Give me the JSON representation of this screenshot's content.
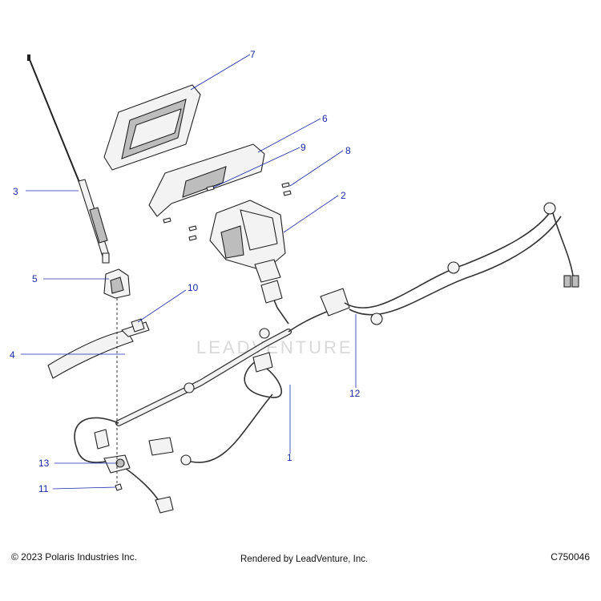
{
  "watermark": "LEADVENTURE",
  "callouts": [
    {
      "id": "7",
      "label": "7"
    },
    {
      "id": "6",
      "label": "6"
    },
    {
      "id": "9",
      "label": "9"
    },
    {
      "id": "8",
      "label": "8"
    },
    {
      "id": "3",
      "label": "3"
    },
    {
      "id": "2",
      "label": "2"
    },
    {
      "id": "5",
      "label": "5"
    },
    {
      "id": "10",
      "label": "10"
    },
    {
      "id": "4",
      "label": "4"
    },
    {
      "id": "12",
      "label": "12"
    },
    {
      "id": "1",
      "label": "1"
    },
    {
      "id": "13",
      "label": "13"
    },
    {
      "id": "11",
      "label": "11"
    }
  ],
  "footer": {
    "copyright": "© 2023 Polaris Industries Inc.",
    "rendered_by": "Rendered by LeadVenture, Inc.",
    "diagram_code": "C750046"
  },
  "colors": {
    "callout": "#1a2aa8",
    "line_art": "#222222",
    "watermark": "#d9d9d9"
  }
}
